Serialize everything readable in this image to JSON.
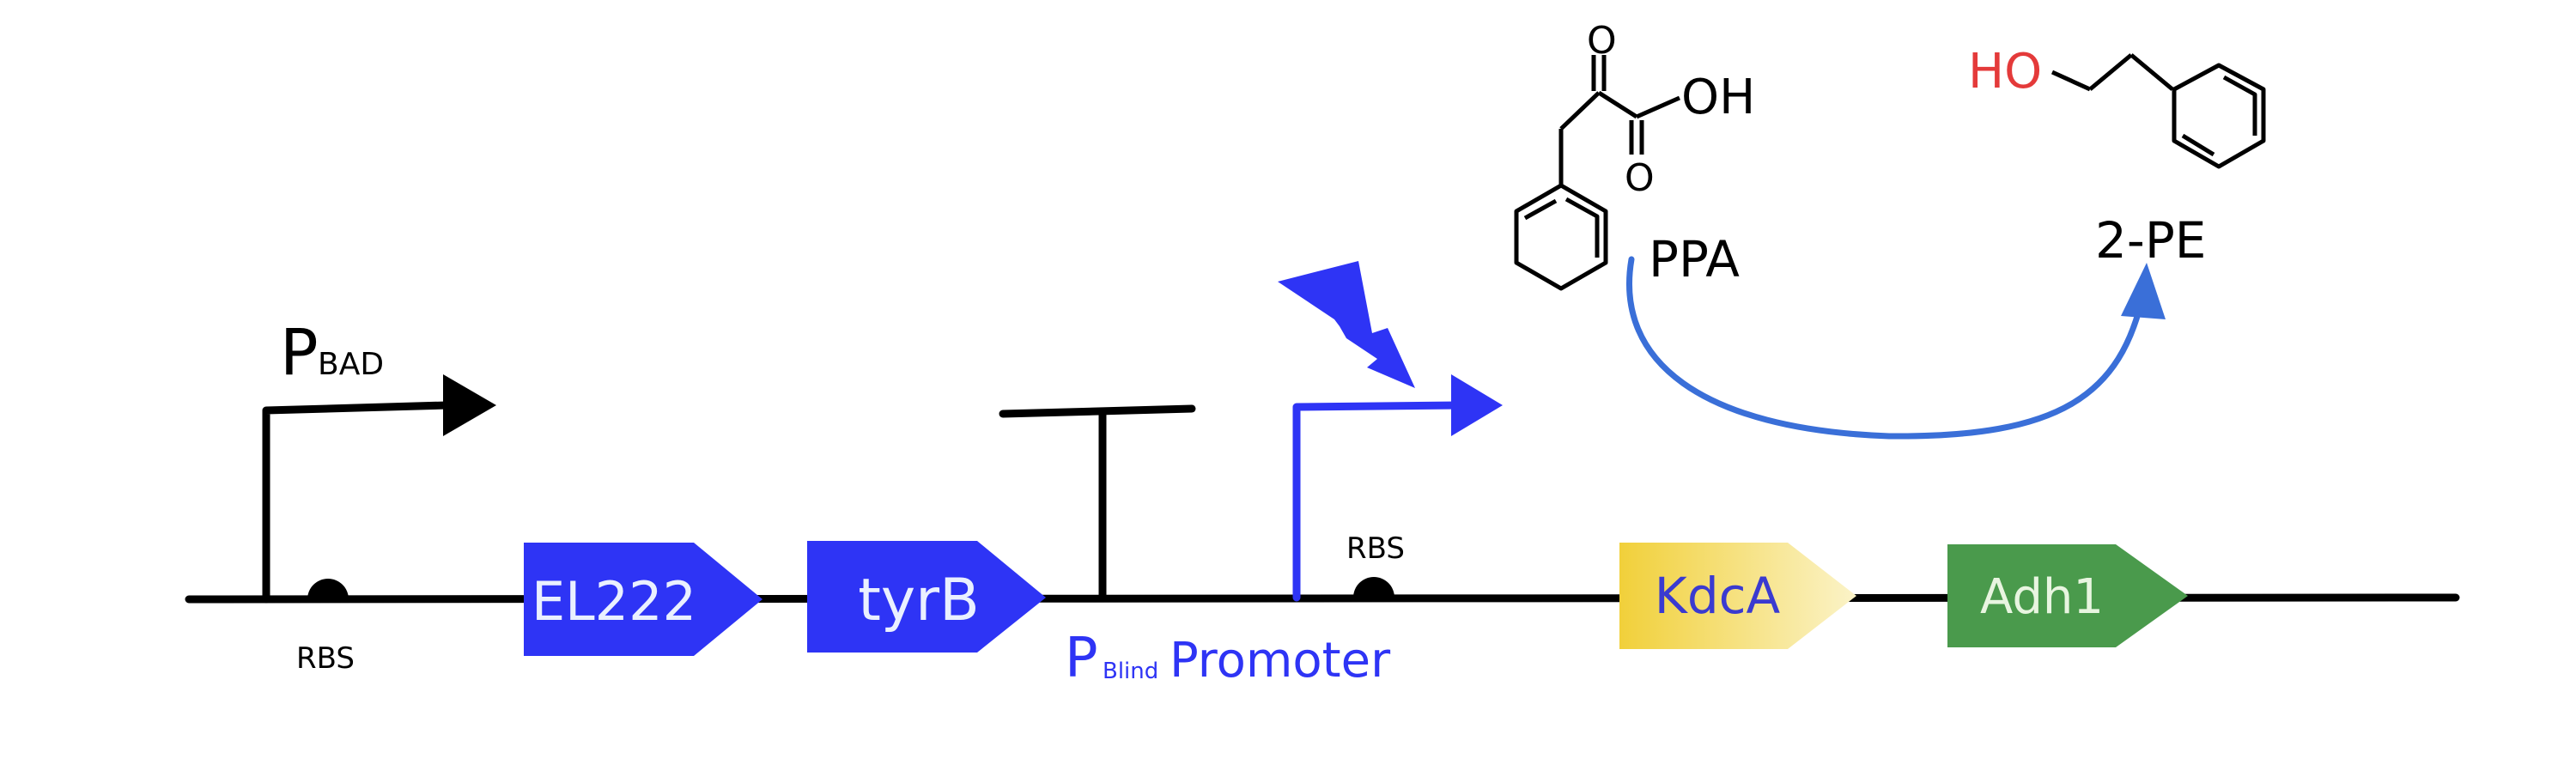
{
  "colors": {
    "line": "#000000",
    "blue_part": "#2e34f5",
    "blue_arrow": "#3a6fd8",
    "label_blue": "#2e34f5",
    "kdca_fill_start": "#f1d03a",
    "kdca_fill_end": "#fbf3c8",
    "adh1_fill": "#4a9a4c",
    "ho_red": "#e43a3a"
  },
  "promoter_pbad": {
    "main": "P",
    "sub": "BAD"
  },
  "rbs_1": {
    "label": "RBS"
  },
  "gene_el222": {
    "label": "EL222"
  },
  "gene_tyrb": {
    "label": "tyrB"
  },
  "promoter_pblind": {
    "main": "P",
    "sub": "Blind",
    "suffix": "Promoter"
  },
  "rbs_2": {
    "label": "RBS"
  },
  "gene_kdca": {
    "label": "KdcA"
  },
  "gene_adh1": {
    "label": "Adh1"
  },
  "molecule_ppa": {
    "label": "PPA",
    "atoms": {
      "o_keto": "O",
      "oh": "OH",
      "o_acid": "O"
    }
  },
  "molecule_2pe": {
    "label": "2-PE",
    "atoms": {
      "ho": "HO"
    }
  },
  "icons": {
    "light": "lightning-icon",
    "promoter_arrow": "arrow-right-icon",
    "terminator": "terminator-icon",
    "rbs": "rbs-icon"
  }
}
